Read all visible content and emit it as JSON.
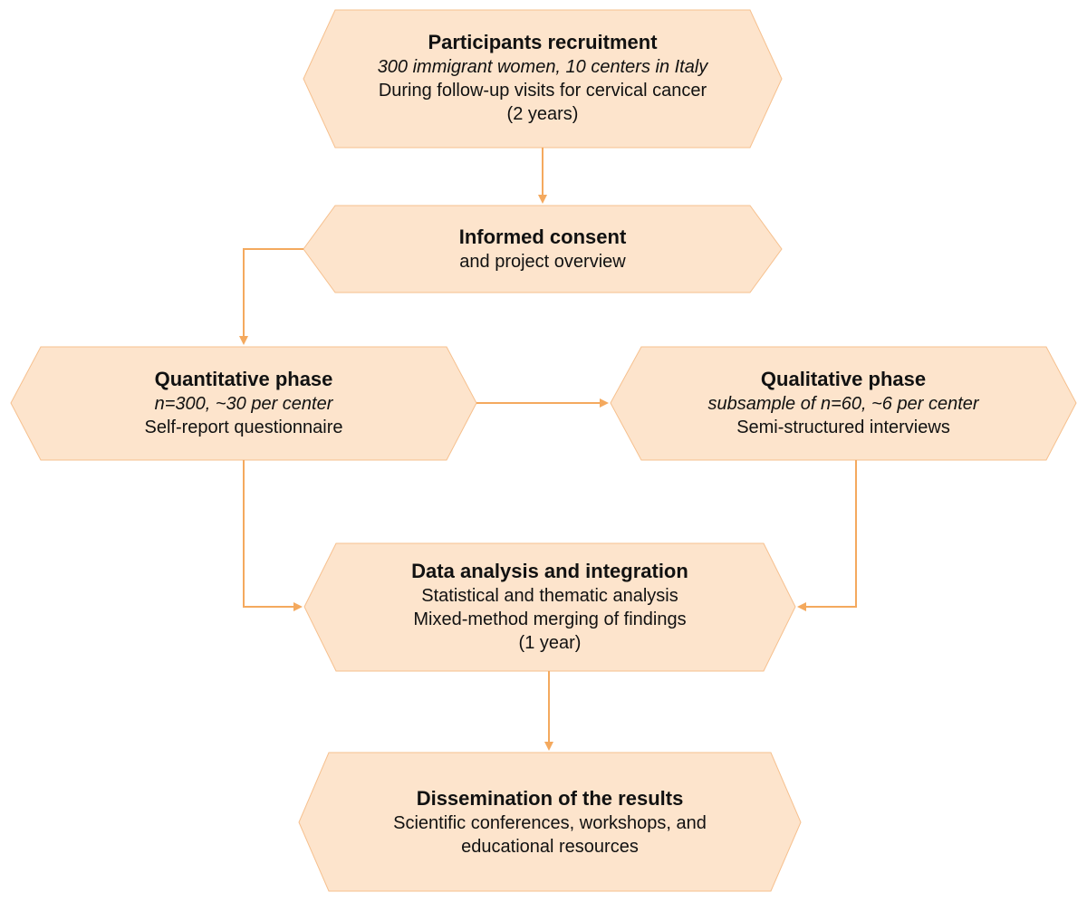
{
  "colors": {
    "box_fill": "#fde4cc",
    "box_stroke": "#f6c08e",
    "arrow": "#f4a95e",
    "text": "#111111"
  },
  "nodes": {
    "recruitment": {
      "title": "Participants recruitment",
      "subtitle": "300 immigrant women, 10 centers in Italy",
      "line1": "During follow-up visits for cervical cancer",
      "line2": "(2 years)"
    },
    "consent": {
      "title": "Informed consent",
      "line1": "and project overview"
    },
    "quantitative": {
      "title": "Quantitative phase",
      "subtitle": "n=300, ~30 per center",
      "line1": "Self-report questionnaire"
    },
    "qualitative": {
      "title": "Qualitative phase",
      "subtitle": "subsample of n=60, ~6 per center",
      "line1": "Semi-structured interviews"
    },
    "analysis": {
      "title": "Data analysis and integration",
      "line1": "Statistical and thematic analysis",
      "line2": "Mixed-method merging of findings",
      "line3": "(1 year)"
    },
    "dissemination": {
      "title": "Dissemination of the results",
      "line1": "Scientific conferences, workshops, and",
      "line2": "educational resources"
    }
  }
}
